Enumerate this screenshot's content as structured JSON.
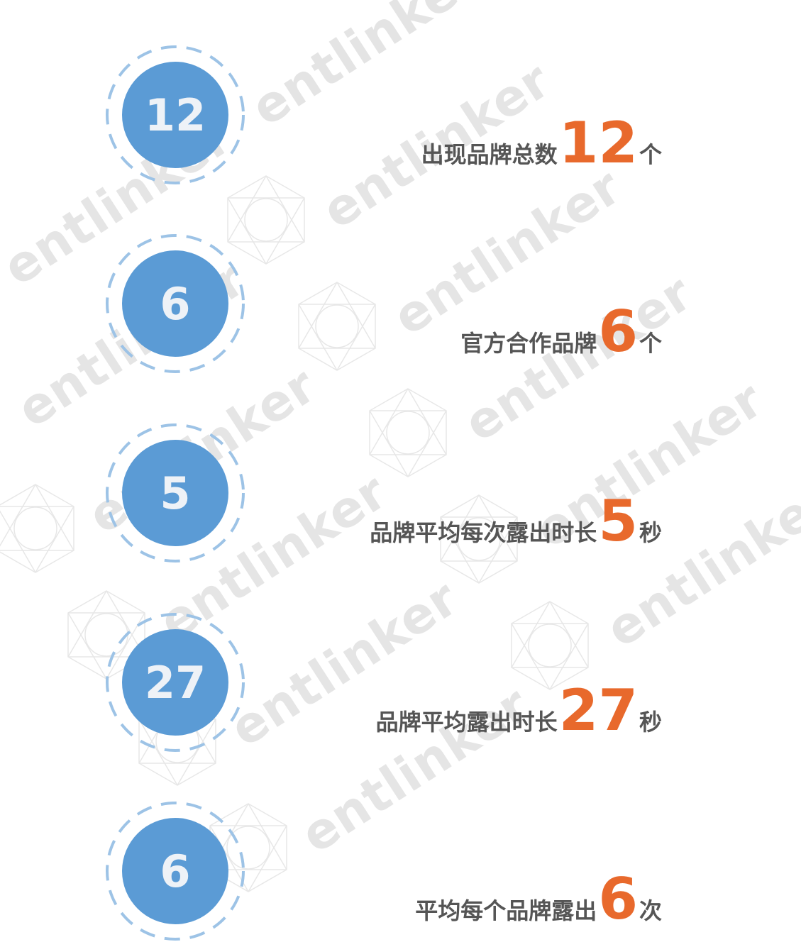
{
  "watermark": {
    "text": "entlinker"
  },
  "stats": [
    {
      "badge": "12",
      "label": "出现品牌总数",
      "value": "12",
      "unit": "个"
    },
    {
      "badge": "6",
      "label": "官方合作品牌",
      "value": "6",
      "unit": "个"
    },
    {
      "badge": "5",
      "label": "品牌平均每次露出时长",
      "value": "5",
      "unit": "秒"
    },
    {
      "badge": "27",
      "label": "品牌平均露出时长",
      "value": "27",
      "unit": "秒"
    },
    {
      "badge": "6",
      "label": "平均每个品牌露出",
      "value": "6",
      "unit": "次"
    }
  ],
  "colors": {
    "badge_fill": "#5b9bd5",
    "badge_ring": "#9dc3e6",
    "value_color": "#e8692c",
    "label_color": "#555555"
  }
}
